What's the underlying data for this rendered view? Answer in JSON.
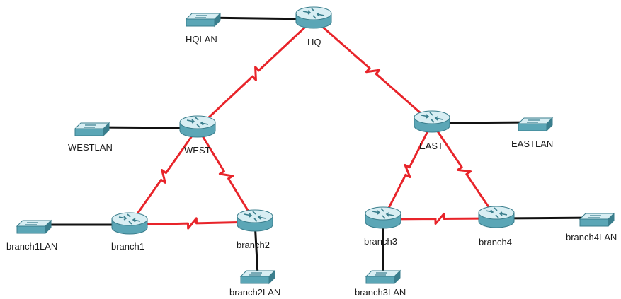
{
  "colors": {
    "serial_link": "#e8242a",
    "ethernet_link": "#111111",
    "device_top": "#d8eef3",
    "device_body": "#5ba6b6",
    "device_dark": "#3a7e8d"
  },
  "nodes": {
    "hq": {
      "label": "HQ",
      "kind": "router"
    },
    "west": {
      "label": "WEST",
      "kind": "router"
    },
    "east": {
      "label": "EAST",
      "kind": "router"
    },
    "branch1": {
      "label": "branch1",
      "kind": "router"
    },
    "branch2": {
      "label": "branch2",
      "kind": "router"
    },
    "branch3": {
      "label": "branch3",
      "kind": "router"
    },
    "branch4": {
      "label": "branch4",
      "kind": "router"
    },
    "hqlan": {
      "label": "HQLAN",
      "kind": "switch"
    },
    "westlan": {
      "label": "WESTLAN",
      "kind": "switch"
    },
    "eastlan": {
      "label": "EASTLAN",
      "kind": "switch"
    },
    "branch1lan": {
      "label": "branch1LAN",
      "kind": "switch"
    },
    "branch2lan": {
      "label": "branch2LAN",
      "kind": "switch"
    },
    "branch3lan": {
      "label": "branch3LAN",
      "kind": "switch"
    },
    "branch4lan": {
      "label": "branch4LAN",
      "kind": "switch"
    }
  },
  "links": [
    {
      "from": "hq",
      "to": "hqlan",
      "type": "ethernet"
    },
    {
      "from": "hq",
      "to": "west",
      "type": "serial"
    },
    {
      "from": "hq",
      "to": "east",
      "type": "serial"
    },
    {
      "from": "west",
      "to": "westlan",
      "type": "ethernet"
    },
    {
      "from": "west",
      "to": "branch1",
      "type": "serial"
    },
    {
      "from": "west",
      "to": "branch2",
      "type": "serial"
    },
    {
      "from": "branch1",
      "to": "branch2",
      "type": "serial"
    },
    {
      "from": "branch1",
      "to": "branch1lan",
      "type": "ethernet"
    },
    {
      "from": "branch2",
      "to": "branch2lan",
      "type": "ethernet"
    },
    {
      "from": "east",
      "to": "eastlan",
      "type": "ethernet"
    },
    {
      "from": "east",
      "to": "branch3",
      "type": "serial"
    },
    {
      "from": "east",
      "to": "branch4",
      "type": "serial"
    },
    {
      "from": "branch3",
      "to": "branch4",
      "type": "serial"
    },
    {
      "from": "branch3",
      "to": "branch3lan",
      "type": "ethernet"
    },
    {
      "from": "branch4",
      "to": "branch4lan",
      "type": "ethernet"
    }
  ]
}
